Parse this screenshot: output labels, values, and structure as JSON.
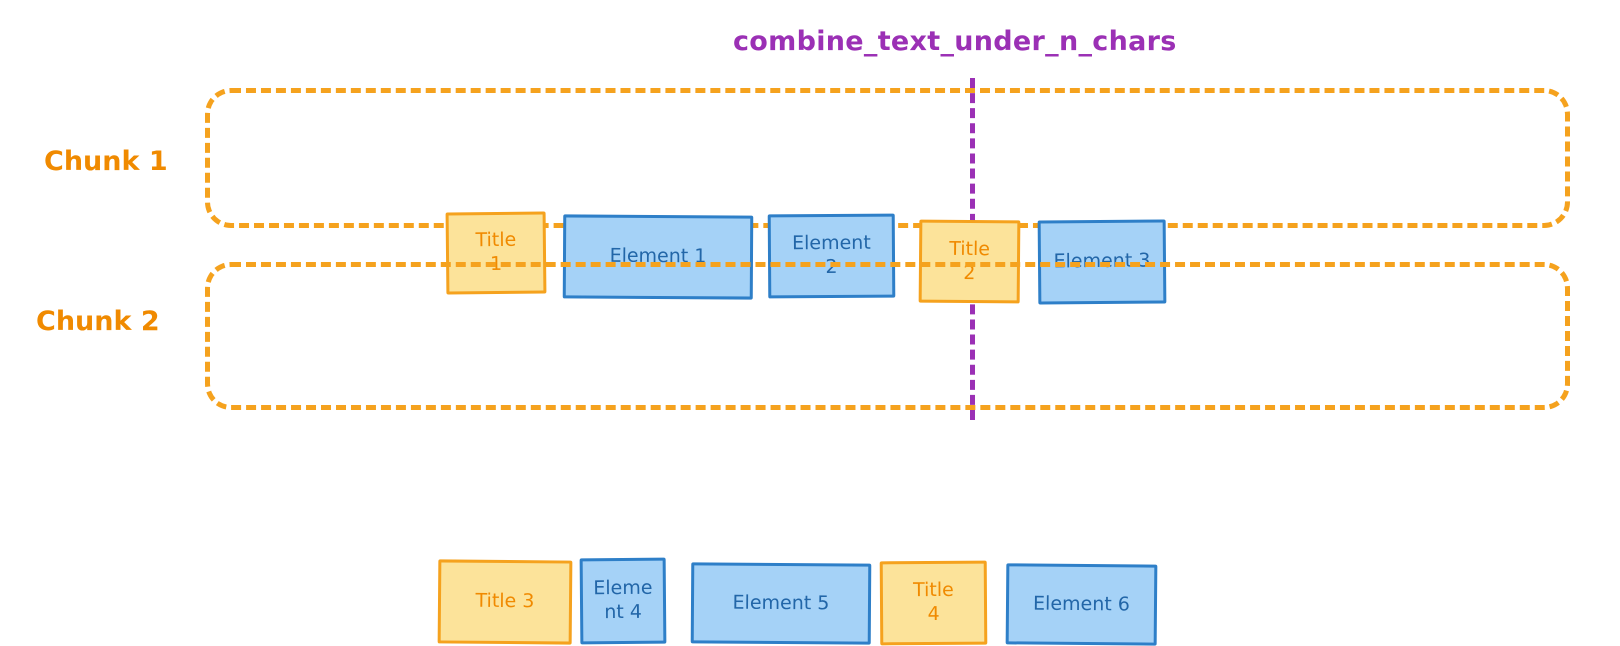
{
  "title": {
    "text": "combine_text_under_n_chars",
    "color": "#9B30B5"
  },
  "divider": {
    "name": "threshold-divider",
    "style": "dashed-vertical",
    "color": "#9B30B5"
  },
  "palette": {
    "title_box_fill": "#FCE39A",
    "title_box_border": "#F5A21E",
    "title_box_text": "#F08A00",
    "element_box_fill": "#A5D2F7",
    "element_box_border": "#2E7FC8",
    "element_box_text": "#2266A8",
    "chunk_border": "#F5A21E",
    "chunk_label": "#F08A00",
    "background": "#FFFFFF"
  },
  "chunks": [
    {
      "label": "Chunk 1",
      "nodes": [
        {
          "label": "Title\n1",
          "kind": "title"
        },
        {
          "label": "Element 1",
          "kind": "element"
        },
        {
          "label": "Element\n2",
          "kind": "element"
        },
        {
          "label": "Title\n2",
          "kind": "title"
        },
        {
          "label": "Element 3",
          "kind": "element"
        }
      ]
    },
    {
      "label": "Chunk 2",
      "nodes": [
        {
          "label": "Title 3",
          "kind": "title"
        },
        {
          "label": "Eleme\nnt 4",
          "kind": "element"
        },
        {
          "label": "Element 5",
          "kind": "element"
        },
        {
          "label": "Title\n4",
          "kind": "title"
        },
        {
          "label": "Element 6",
          "kind": "element"
        }
      ]
    }
  ]
}
